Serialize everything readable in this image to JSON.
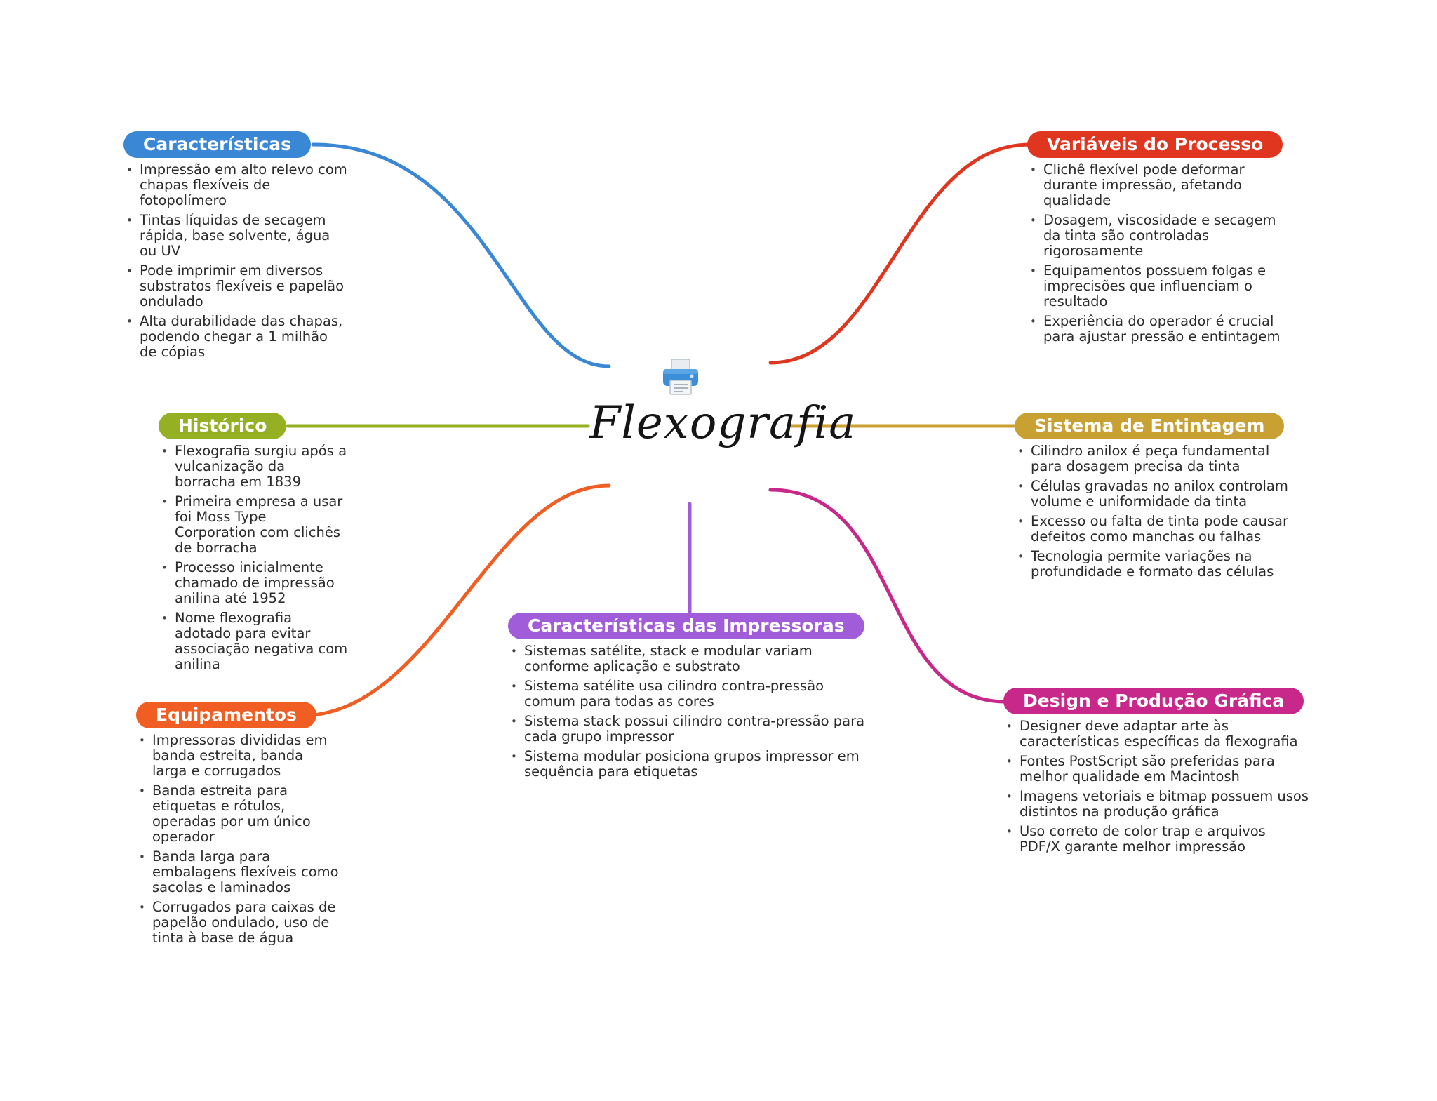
{
  "central_topic": {
    "title": "Flexografia",
    "icon": "printer-icon"
  },
  "branches": [
    {
      "id": "caracteristicas",
      "label": "Características",
      "color": "#3a87d6",
      "items": [
        "Impressão em alto relevo com chapas flexíveis de fotopolímero",
        "Tintas líquidas de secagem rápida, base solvente, água ou UV",
        "Pode imprimir em diversos substratos flexíveis e papelão ondulado",
        "Alta durabilidade das chapas, podendo chegar a 1 milhão de cópias"
      ]
    },
    {
      "id": "historico",
      "label": "Histórico",
      "color": "#95b023",
      "items": [
        "Flexografia surgiu após a vulcanização da borracha em 1839",
        "Primeira empresa a usar foi Moss Type Corporation com clichês de borracha",
        "Processo inicialmente chamado de impressão anilina até 1952",
        "Nome flexografia adotado para evitar associação negativa com anilina"
      ]
    },
    {
      "id": "equipamentos",
      "label": "Equipamentos",
      "color": "#f05e23",
      "items": [
        "Impressoras divididas em banda estreita, banda larga e corrugados",
        "Banda estreita para etiquetas e rótulos, operadas por um único operador",
        "Banda larga para embalagens flexíveis como sacolas e laminados",
        "Corrugados para caixas de papelão ondulado, uso de tinta à base de água"
      ]
    },
    {
      "id": "caracteristicas-impressoras",
      "label": "Características das Impressoras",
      "color": "#a05cd9",
      "items": [
        "Sistemas satélite, stack e modular variam conforme aplicação e substrato",
        "Sistema satélite usa cilindro contra-pressão comum para todas as cores",
        "Sistema stack possui cilindro contra-pressão para cada grupo impressor",
        "Sistema modular posiciona grupos impressor em sequência para etiquetas"
      ]
    },
    {
      "id": "variaveis-processo",
      "label": "Variáveis do Processo",
      "color": "#e0361f",
      "items": [
        "Clichê flexível pode deformar durante impressão, afetando qualidade",
        "Dosagem, viscosidade e secagem da tinta são controladas rigorosamente",
        "Equipamentos possuem folgas e imprecisões que influenciam o resultado",
        "Experiência do operador é crucial para ajustar pressão e entintagem"
      ]
    },
    {
      "id": "sistema-entintagem",
      "label": "Sistema de Entintagem",
      "color": "#c9a132",
      "items": [
        "Cilindro anilox é peça fundamental para dosagem precisa da tinta",
        "Células gravadas no anilox controlam volume e uniformidade da tinta",
        "Excesso ou falta de tinta pode causar defeitos como manchas ou falhas",
        "Tecnologia permite variações na profundidade e formato das células"
      ]
    },
    {
      "id": "design-producao",
      "label": "Design e Produção Gráfica",
      "color": "#c8288a",
      "items": [
        "Designer deve adaptar arte às características específicas da flexografia",
        "Fontes PostScript são preferidas para melhor qualidade em Macintosh",
        "Imagens vetoriais e bitmap possuem usos distintos na produção gráfica",
        "Uso correto de color trap e arquivos PDF/X garante melhor impressão"
      ]
    }
  ]
}
